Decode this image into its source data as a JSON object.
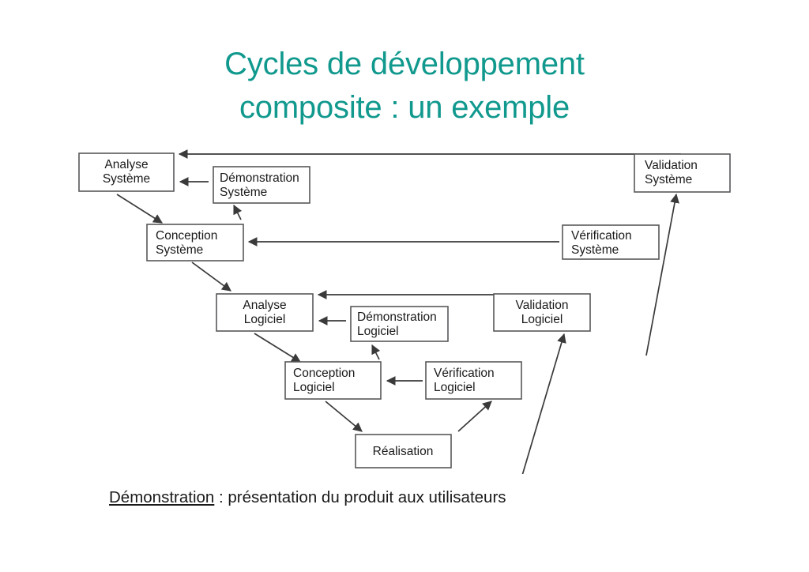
{
  "slide": {
    "background_color": "#ffffff",
    "title": {
      "color": "#11998e",
      "line1": "Cycles de développement",
      "line2": "composite : un exemple"
    },
    "caption": {
      "underlined_term": "Démonstration",
      "rest": " : présentation du produit aux utilisateurs"
    }
  },
  "diagram": {
    "type": "v-model-composite-lifecycle",
    "box_border_color": "#58585a",
    "box_fill_color": "#ffffff",
    "arrow_color": "#3a3a3a",
    "boxes": [
      {
        "id": "analyse-systeme",
        "line1": "Analyse",
        "line2": "Système"
      },
      {
        "id": "demonstration-systeme",
        "line1": "Démonstration",
        "line2": "Système"
      },
      {
        "id": "validation-systeme",
        "line1": "Validation",
        "line2": "Système"
      },
      {
        "id": "conception-systeme",
        "line1": "Conception",
        "line2": "Système"
      },
      {
        "id": "verification-systeme",
        "line1": "Vérification",
        "line2": "Système"
      },
      {
        "id": "analyse-logiciel",
        "line1": "Analyse",
        "line2": "Logiciel"
      },
      {
        "id": "demonstration-logiciel",
        "line1": "Démonstration",
        "line2": "Logiciel"
      },
      {
        "id": "validation-logiciel",
        "line1": "Validation",
        "line2": "Logiciel"
      },
      {
        "id": "conception-logiciel",
        "line1": "Conception",
        "line2": "Logiciel"
      },
      {
        "id": "verification-logiciel",
        "line1": "Vérification",
        "line2": "Logiciel"
      },
      {
        "id": "realisation",
        "line1": "Réalisation",
        "line2": ""
      }
    ]
  }
}
